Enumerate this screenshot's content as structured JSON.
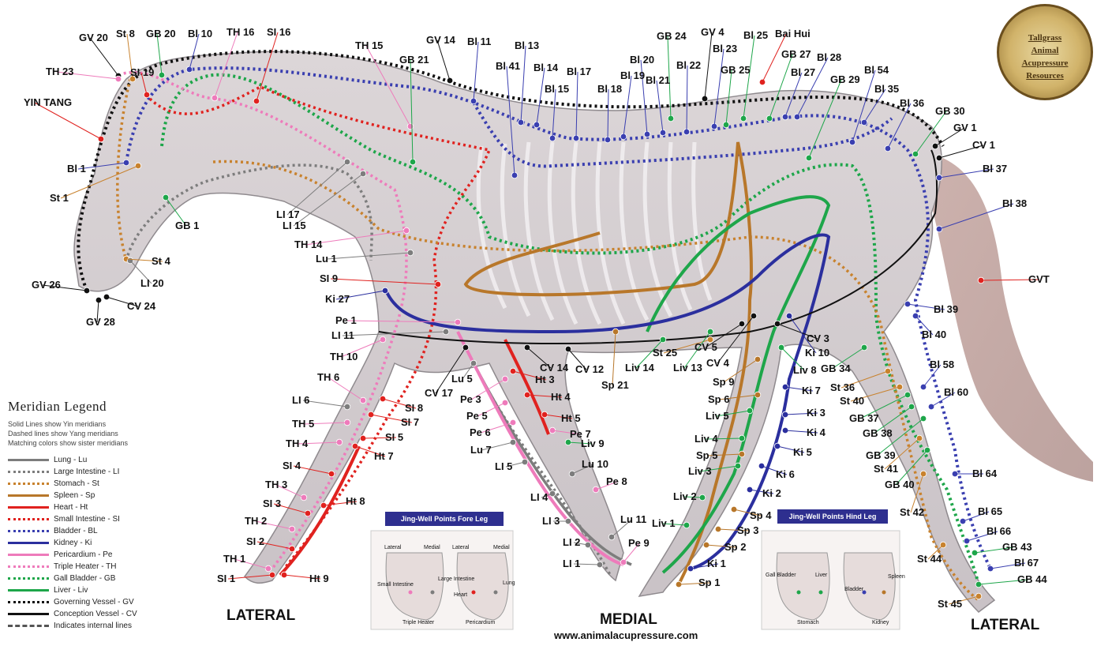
{
  "labels": {
    "GV20": "GV 20",
    "St8": "St 8",
    "GB20": "GB 20",
    "Bl10": "Bl 10",
    "TH16": "TH 16",
    "SI16": "SI 16",
    "TH15": "TH 15",
    "GV14": "GV 14",
    "Bl11": "Bl 11",
    "Bl13": "Bl 13",
    "GB24": "GB 24",
    "GV4": "GV 4",
    "Bl25": "Bl 25",
    "BaiHui": "Bai Hui",
    "TH23": "TH 23",
    "SI19": "SI 19",
    "GB21": "GB 21",
    "Bl41": "Bl 41",
    "Bl14": "Bl 14",
    "Bl17": "Bl 17",
    "Bl20": "Bl 20",
    "Bl22": "Bl 22",
    "Bl23": "Bl 23",
    "GB27": "GB 27",
    "Bl28": "Bl 28",
    "YinTang": "YIN TANG",
    "Bl15": "Bl 15",
    "Bl18": "Bl 18",
    "Bl19": "Bl 19",
    "Bl21": "Bl 21",
    "GB25": "GB 25",
    "Bl27": "Bl 27",
    "GB29": "GB 29",
    "Bl54": "Bl 54",
    "Bl35": "Bl 35",
    "Bl36": "Bl 36",
    "GB30": "GB 30",
    "GV1": "GV 1",
    "CV1": "CV 1",
    "Bl1": "Bl 1",
    "Bl37": "Bl 37",
    "St1": "St 1",
    "GB1": "GB 1",
    "LI17": "LI 17",
    "LI15": "LI 15",
    "Bl38": "Bl 38",
    "TH14": "TH 14",
    "St4": "St 4",
    "Lu1": "Lu 1",
    "GV26": "GV 26",
    "LI20": "LI 20",
    "SI9": "SI 9",
    "GVT": "GVT",
    "CV24": "CV 24",
    "Ki27": "Ki 27",
    "GV28": "GV 28",
    "Bl39": "Bl 39",
    "Pe1": "Pe 1",
    "LI11": "LI 11",
    "Bl40": "Bl 40",
    "CV3": "CV 3",
    "Ki10": "Ki 10",
    "CV5": "CV 5",
    "St25": "St 25",
    "TH10": "TH 10",
    "CV14": "CV 14",
    "CV12": "CV 12",
    "Liv14": "Liv 14",
    "Liv13": "Liv 13",
    "CV4": "CV 4",
    "Liv8": "Liv 8",
    "GB34": "GB 34",
    "Bl58": "Bl 58",
    "Ht3": "Ht 3",
    "Lu5": "Lu 5",
    "Sp21": "Sp 21",
    "Sp9": "Sp 9",
    "TH6": "TH 6",
    "CV17": "CV 17",
    "Ht4": "Ht 4",
    "St36": "St 36",
    "Bl60": "Bl 60",
    "Ki7": "Ki 7",
    "LI6": "LI 6",
    "Pe3": "Pe 3",
    "Sp6": "Sp 6",
    "St40": "St 40",
    "SI8": "SI 8",
    "Ht5": "Ht 5",
    "TH5": "TH 5",
    "Pe5": "Pe 5",
    "Liv5": "Liv 5",
    "Ki3": "Ki 3",
    "GB37": "GB 37",
    "SI7": "SI 7",
    "Pe7": "Pe 7",
    "Pe6": "Pe 6",
    "Ki4": "Ki 4",
    "GB38": "GB 38",
    "TH4": "TH 4",
    "SI5": "SI 5",
    "Liv4": "Liv 4",
    "Lu7": "Lu 7",
    "Liv9": "Liv 9",
    "Ht7": "Ht 7",
    "Sp5": "Sp 5",
    "Ki5": "Ki 5",
    "GB39": "GB 39",
    "SI4": "SI 4",
    "LI5": "LI 5",
    "Liv3": "Liv 3",
    "St41": "St 41",
    "Lu10": "Lu 10",
    "Bl64": "Bl 64",
    "Ki6": "Ki 6",
    "GB40": "GB 40",
    "TH3": "TH 3",
    "Pe8": "Pe 8",
    "SI3": "SI 3",
    "Ht8": "Ht 8",
    "LI4": "LI 4",
    "Ki2": "Ki 2",
    "Liv2": "Liv 2",
    "St42": "St 42",
    "Bl65": "Bl 65",
    "Sp4": "Sp 4",
    "TH2": "TH 2",
    "Lu11": "Lu 11",
    "LI3": "LI 3",
    "Liv1": "Liv 1",
    "Sp3": "Sp 3",
    "Bl66": "Bl 66",
    "SI2": "SI 2",
    "LI2": "LI 2",
    "Pe9": "Pe 9",
    "Sp2": "Sp 2",
    "GB43": "GB 43",
    "TH1": "TH 1",
    "St44": "St 44",
    "LI1": "LI 1",
    "Ki1": "Ki 1",
    "Bl67": "Bl 67",
    "SI1": "SI 1",
    "Ht9": "Ht 9",
    "GB44": "GB 44",
    "Sp1": "Sp 1",
    "St45": "St 45"
  },
  "views": {
    "lateral_left": "LATERAL",
    "medial": "MEDIAL",
    "lateral_right": "LATERAL"
  },
  "legend": {
    "title": "Meridian Legend",
    "notes": [
      "Solid Lines show Yin meridians",
      "Dashed lines show Yang meridians",
      "Matching colors show sister meridians"
    ],
    "items": [
      {
        "label": "Lung - Lu",
        "color": "#7d7d7d",
        "style": "solid"
      },
      {
        "label": "Large Intestine - LI",
        "color": "#7d7d7d",
        "style": "dotted"
      },
      {
        "label": "Stomach - St",
        "color": "#c8822e",
        "style": "dotted"
      },
      {
        "label": "Spleen - Sp",
        "color": "#b8772a",
        "style": "solid"
      },
      {
        "label": "Heart - Ht",
        "color": "#e0221f",
        "style": "solid"
      },
      {
        "label": "Small Intestine - SI",
        "color": "#e0221f",
        "style": "dotted"
      },
      {
        "label": "Bladder - BL",
        "color": "#3a3fb0",
        "style": "dotted"
      },
      {
        "label": "Kidney - Ki",
        "color": "#2b2f9e",
        "style": "solid"
      },
      {
        "label": "Pericardium - Pe",
        "color": "#ee7bbb",
        "style": "solid"
      },
      {
        "label": "Triple Heater - TH",
        "color": "#ee7bbb",
        "style": "dotted"
      },
      {
        "label": "Gall Bladder - GB",
        "color": "#1ea64a",
        "style": "dotted"
      },
      {
        "label": "Liver - Liv",
        "color": "#1ea64a",
        "style": "solid"
      },
      {
        "label": "Governing Vessel - GV",
        "color": "#111111",
        "style": "dotted"
      },
      {
        "label": "Conception Vessel - CV",
        "color": "#111111",
        "style": "solid"
      },
      {
        "label": "Indicates internal lines",
        "color": "#555555",
        "style": "dashed"
      }
    ]
  },
  "jing_fore": {
    "title": "Jing-Well Points Fore Leg",
    "labels": [
      "Lateral",
      "Medial",
      "Lateral",
      "Medial",
      "Large Intestine",
      "Small Intestine",
      "Lung",
      "Heart",
      "Triple Heater",
      "Pericardium"
    ]
  },
  "jing_hind": {
    "title": "Jing-Well Points Hind Leg",
    "labels": [
      "Gall Bladder",
      "Liver",
      "Bladder",
      "Spleen",
      "Stomach",
      "Kidney"
    ]
  },
  "logo": {
    "line1": "Tallgrass",
    "line2": "Animal",
    "line3": "Acupressure",
    "line4": "Resources"
  },
  "website": "www.animalacupressure.com",
  "colors": {
    "bladder": "#3a3fb0",
    "kidney": "#2b2f9e",
    "gallbladder": "#1ea64a",
    "heart": "#e0221f",
    "pericardium": "#ee7bbb",
    "stomach": "#c8822e",
    "governing": "#111111",
    "lung": "#7d7d7d"
  }
}
